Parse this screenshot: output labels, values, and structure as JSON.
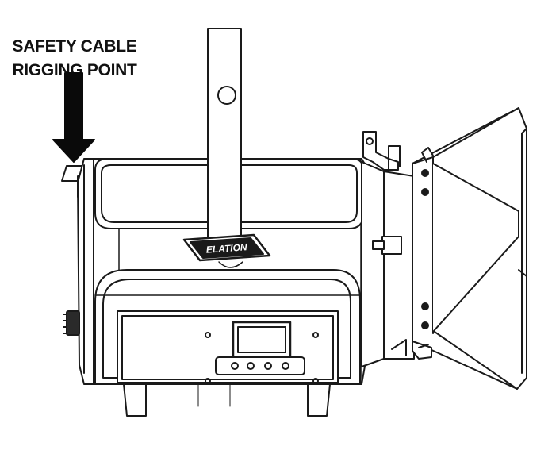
{
  "callout": {
    "line1": "SAFETY CABLE",
    "line2": "RIGGING POINT"
  },
  "brand_logo_text": "ELATION",
  "colors": {
    "line": "#1a1a1a",
    "fill": "#ffffff",
    "arrow": "#0a0a0a"
  }
}
